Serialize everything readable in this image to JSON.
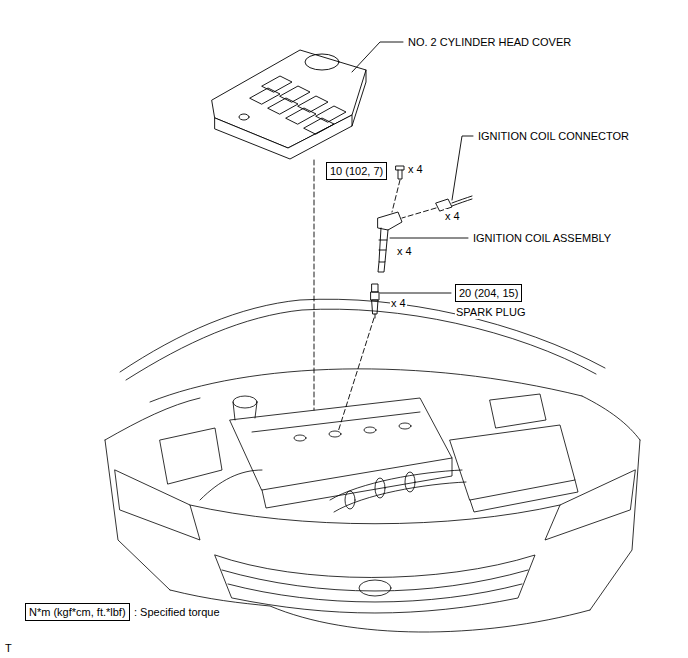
{
  "diagram": {
    "nodes": [
      {
        "text": [
          "10 (102, 7)"
        ]
      },
      {
        "text": [
          "20 (204, 15)"
        ]
      },
      {
        "text": [
          "N*m (kgf*cm, ft.*lbf)"
        ]
      }
    ],
    "labels": [
      "NO. 2 CYLINDER HEAD COVER",
      "IGNITION COIL CONNECTOR",
      "x 4",
      "x 4",
      "IGNITION COIL ASSEMBLY",
      "x 4",
      "x 4",
      "SPARK PLUG",
      ": Specified torque",
      "T"
    ]
  }
}
